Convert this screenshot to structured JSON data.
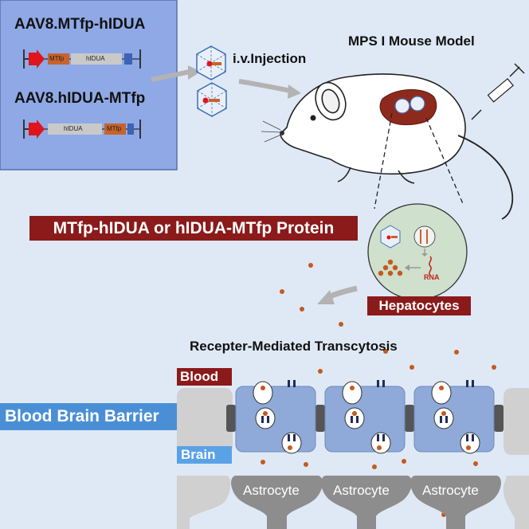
{
  "vectors": {
    "construct1": "AAV8.MTfp-hIDUA",
    "construct2": "AAV8.hIDUA-MTfp",
    "label_mtfp": "MTfp",
    "label_hidua": "hIDUA"
  },
  "injection_label": "i.v.Injection",
  "mouse_model": "MPS I Mouse Model",
  "protein_banner": "MTfp-hIDUA or hIDUA-MTfp Protein",
  "hepatocytes": {
    "label": "Hepatocytes",
    "rna": "RNA"
  },
  "transcytosis_title": "Recepter-Mediated Transcytosis",
  "bbb": {
    "blood": "Blood",
    "barrier": "Blood Brain Barrier",
    "brain": "Brain",
    "astrocyte": "Astrocyte"
  },
  "colors": {
    "background": "#dfe9f5",
    "vector_panel": "#8fa9e6",
    "banner_red": "#8b1a1a",
    "brain_blue": "#4a8fd6",
    "cell_blue": "#8faad8",
    "liver": "#8e2a1d",
    "protein_dot": "#c45a1e",
    "receptor": "#1e2d5a"
  }
}
